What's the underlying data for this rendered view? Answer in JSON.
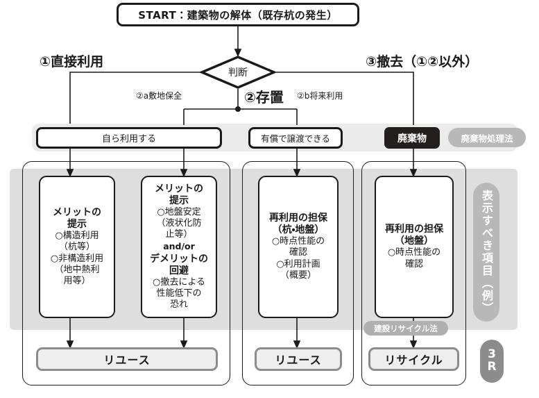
{
  "start": {
    "label": "START：建築物の解体（既存杭の発生）"
  },
  "decision": {
    "label": "判断"
  },
  "branches": {
    "one": "①直接利用",
    "two": "②存置",
    "two_a": "②a敷地保全",
    "two_b": "②b将来利用",
    "three": "③撤去（①②以外）"
  },
  "options": {
    "self_use": "自ら利用する",
    "paid_transfer": "有償で譲渡できる",
    "waste": "廃棄物",
    "waste_law": "廃棄物処理法"
  },
  "columns": [
    {
      "name": "column-merit-structural",
      "heading": "メリットの\n提示",
      "lines": [
        "○構造利用",
        "（杭等）",
        "○非構造利用",
        "（地中熱利",
        "用等）"
      ]
    },
    {
      "name": "column-merit-ground",
      "heading": "メリットの\n提示",
      "lines": [
        "○地盤安定",
        "（液状化防",
        "止等）"
      ],
      "connector": "and/or",
      "heading2": "デメリットの\n回避",
      "lines2": [
        "○撤去による",
        "性能低下の",
        "恐れ"
      ]
    },
    {
      "name": "column-reuse-pile-ground",
      "heading": "再利用の担保\n（杭・地盤）",
      "lines": [
        "○時点性能の",
        "確認",
        "○利用計画",
        "（概要）"
      ]
    },
    {
      "name": "column-reuse-ground",
      "heading": "再利用の担保\n（地盤）",
      "lines": [
        "○時点性能の",
        "確認"
      ]
    }
  ],
  "results": {
    "reuse_1": "リユース",
    "reuse_2": "リユース",
    "recycle": "リサイクル",
    "recycle_law": "建設リサイクル法"
  },
  "side_labels": {
    "display_items": "表示すべき項目（例）",
    "three_r_top": "3",
    "three_r_bottom": "R"
  },
  "colors": {
    "ink": "#1a1a1a",
    "panel_mid": "#ebebeb",
    "panel_low": "#dedede",
    "pill_gray": "#b8b8b8",
    "result_border": "#8c8c8c",
    "waste_dark": "#231f1e"
  }
}
